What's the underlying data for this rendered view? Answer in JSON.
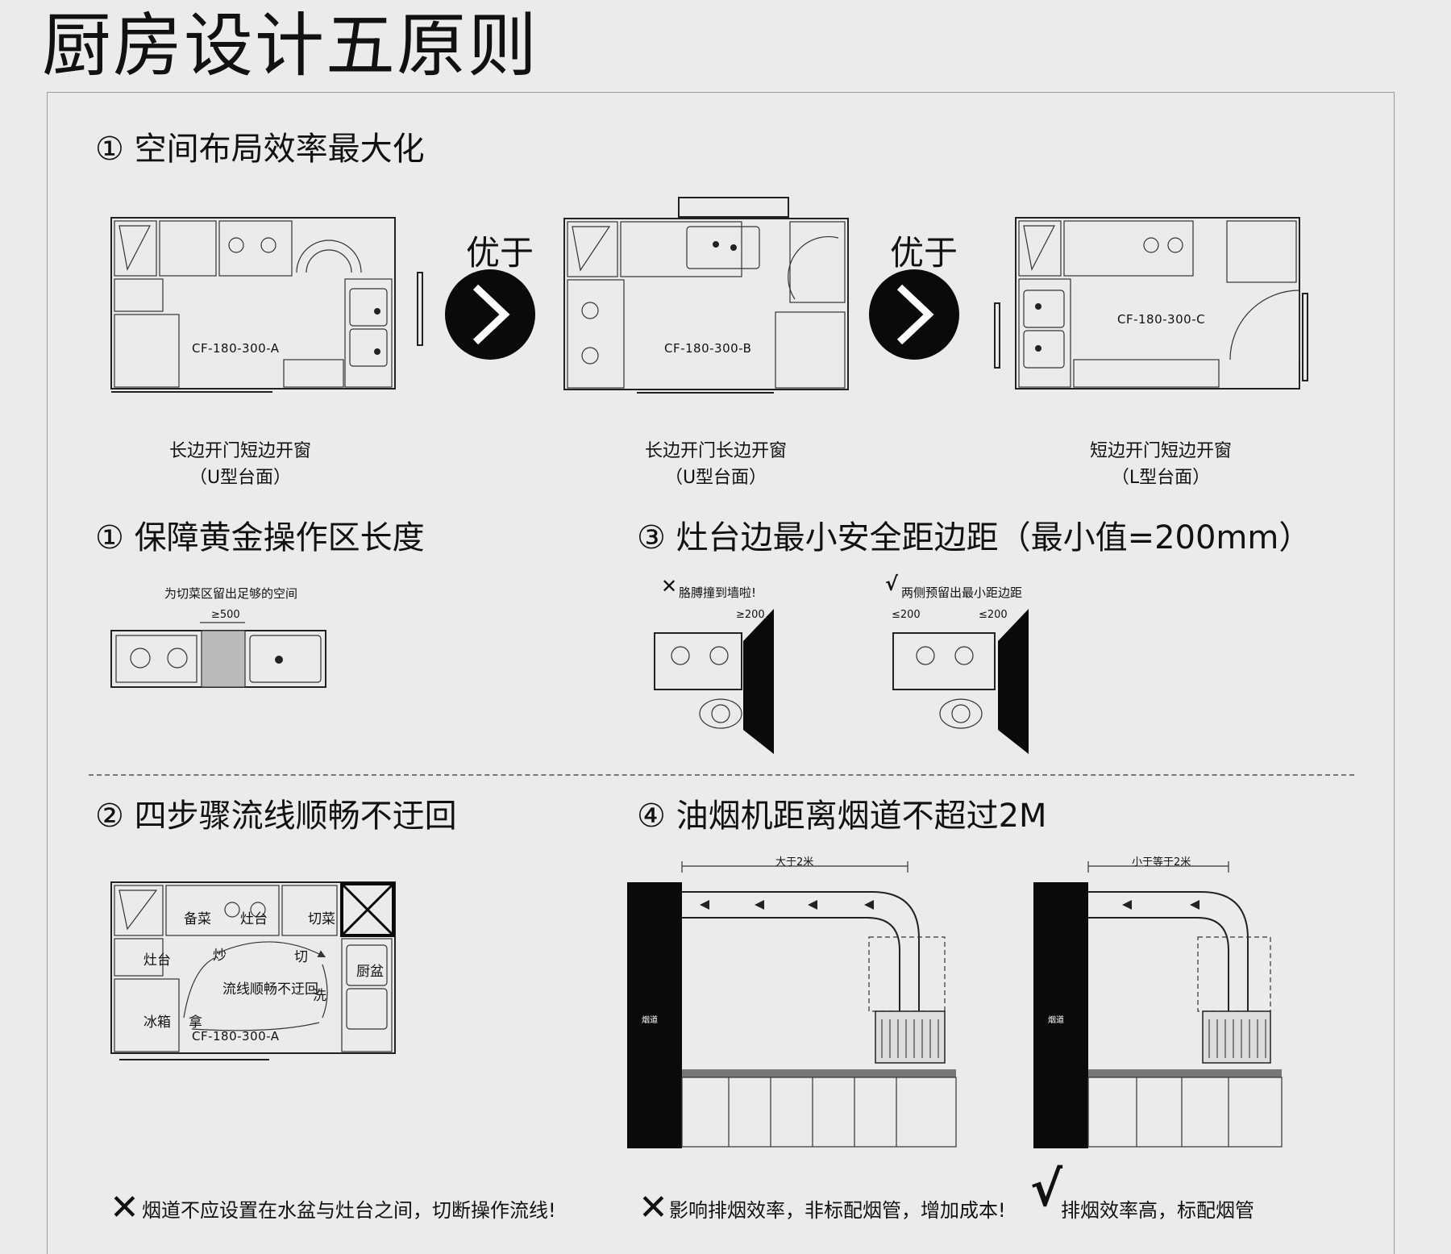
{
  "page": {
    "title": "厨房设计五原则"
  },
  "section1": {
    "heading": "① 空间布局效率最大化",
    "better_label": "优于",
    "plans": [
      {
        "code": "CF-180-300-A",
        "caption_line1": "长边开门短边开窗",
        "caption_line2": "（U型台面）"
      },
      {
        "code": "CF-180-300-B",
        "caption_line1": "长边开门长边开窗",
        "caption_line2": "（U型台面）"
      },
      {
        "code": "CF-180-300-C",
        "caption_line1": "短边开门短边开窗",
        "caption_line2": "（L型台面）"
      }
    ]
  },
  "section2": {
    "heading": "① 保障黄金操作区长度",
    "note": "为切菜区留出足够的空间",
    "dim": "≥500"
  },
  "section3": {
    "heading": "③ 灶台边最小安全距边距（最小值=200mm）",
    "bad_mark": "✕",
    "bad_note": "胳膊撞到墙啦!",
    "bad_dim": "≥200",
    "good_mark": "√",
    "good_note": "两侧预留出最小距边距",
    "good_dim_left": "≤200",
    "good_dim_right": "≤200"
  },
  "section4": {
    "heading": "② 四步骤流线顺畅不迂回",
    "labels": {
      "prep": "备菜",
      "stove": "灶台",
      "cut": "切菜",
      "stove2": "灶台",
      "sink": "厨盆",
      "fridge": "冰箱",
      "fry": "炒",
      "chop": "切",
      "wash": "洗",
      "take": "拿",
      "flow": "流线顺畅不迂回"
    },
    "code": "CF-180-300-A",
    "mark": "✕",
    "note": "烟道不应设置在水盆与灶台之间，切断操作流线!"
  },
  "section5": {
    "heading": "④ 油烟机距离烟道不超过2M",
    "left_dim": "大于2米",
    "right_dim": "小于等于2米",
    "duct_label": "烟道",
    "bad_mark": "✕",
    "bad_note": "影响排烟效率，非标配烟管，增加成本!",
    "good_mark": "√",
    "good_note": "排烟效率高，标配烟管"
  }
}
